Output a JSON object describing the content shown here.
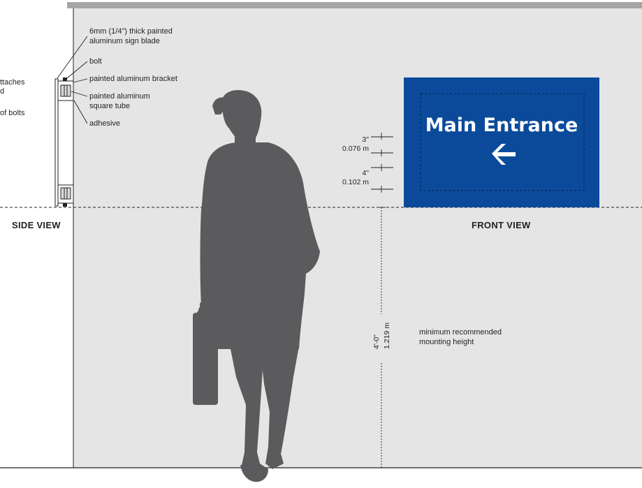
{
  "colors": {
    "wall": "#e5e5e5",
    "wall_top_band": "#a6a6a6",
    "sign_blue": "#0b4a9b",
    "silhouette": "#5b5b5d",
    "line": "#231f20"
  },
  "side_view": {
    "title": "SIDE VIEW",
    "left_cut_labels": [
      "ttaches",
      "d",
      "of bolts"
    ],
    "callouts": [
      "6mm (1/4\") thick painted\naluminum sign blade",
      "bolt",
      "painted aluminum bracket",
      "painted aluminum\nsquare tube",
      "adhesive"
    ]
  },
  "front_view": {
    "title": "FRONT VIEW",
    "sign_text": "Main Entrance",
    "sign_arrow_icon": "left-arrow-icon"
  },
  "dimensions": {
    "gap_top": "3\"\n0.076 m",
    "gap_bottom": "4\"\n0.102 m",
    "mount_height": "4'-0\"",
    "mount_height_metric": "1.219 m",
    "mount_note": "minimum recommended\nmounting height"
  }
}
